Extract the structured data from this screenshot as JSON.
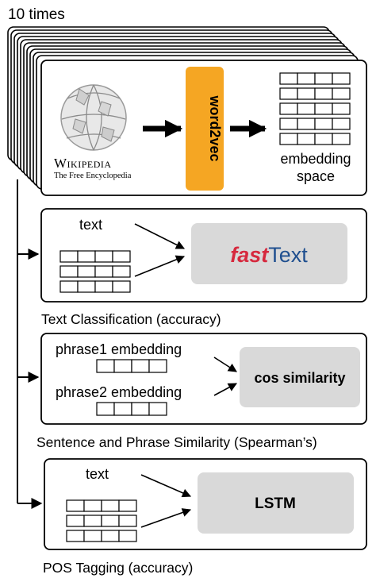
{
  "header": {
    "repeat_label": "10 times"
  },
  "pipeline": {
    "source_title": "Wikipedia",
    "source_subtitle": "The Free Encyclopedia",
    "model_label": "word2vec",
    "output_label_line1": "embedding",
    "output_label_line2": "space"
  },
  "tasks": [
    {
      "input_label": "text",
      "model_part1": "fast",
      "model_part2": "Text",
      "caption": "Text Classification (accuracy)"
    },
    {
      "input1_label": "phrase1 embedding",
      "input2_label": "phrase2 embedding",
      "model_label": "cos similarity",
      "caption": "Sentence and Phrase Similarity (Spearman’s)"
    },
    {
      "input_label": "text",
      "model_label": "LSTM",
      "caption": "POS Tagging (accuracy)"
    }
  ],
  "colors": {
    "word2vec_fill": "#f5a623",
    "model_box_fill": "#d9d9d9",
    "fasttext_part1": "#d6293e",
    "fasttext_part2": "#1f4f8f"
  }
}
